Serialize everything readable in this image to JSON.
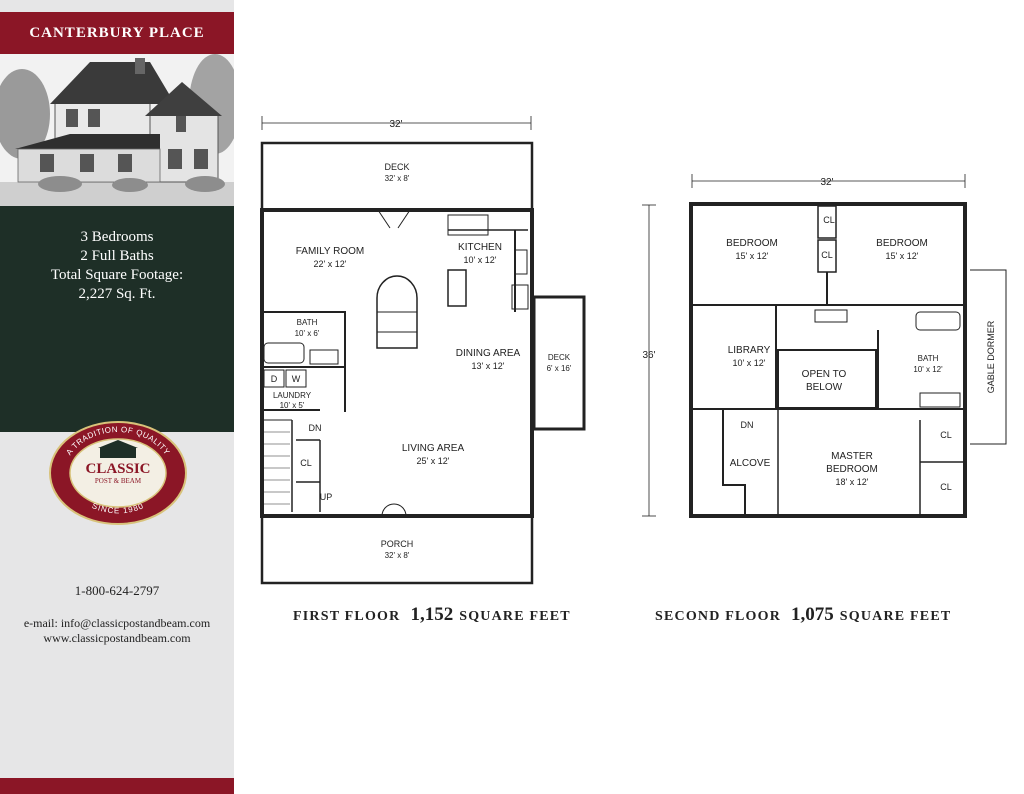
{
  "sidebar": {
    "title": "CANTERBURY PLACE",
    "bedrooms": "3 Bedrooms",
    "baths": "2 Full Baths",
    "footage_label": "Total Square Footage:",
    "footage_value": "2,227 Sq. Ft.",
    "logo": {
      "top_text": "A TRADITION OF QUALITY",
      "brand": "CLASSIC",
      "sub": "POST & BEAM",
      "since": "SINCE 1980"
    },
    "phone": "1-800-624-2797",
    "email": "e-mail: info@classicpostandbeam.com",
    "website": "www.classicpostandbeam.com"
  },
  "colors": {
    "accent": "#8b1626",
    "dark_panel": "#1e2f27",
    "sidebar_bg": "#e6e6e7"
  },
  "first_floor": {
    "width_dim": "32'",
    "depth_dim": "36'",
    "deck": {
      "name": "DECK",
      "size": "32' x 8'"
    },
    "family_room": {
      "name": "FAMILY ROOM",
      "size": "22' x 12'"
    },
    "kitchen": {
      "name": "KITCHEN",
      "size": "10' x 12'"
    },
    "bath": {
      "name": "BATH",
      "size": "10' x 6'"
    },
    "dining": {
      "name": "DINING AREA",
      "size": "13' x 12'"
    },
    "side_deck": {
      "name": "DECK",
      "size": "6' x 16'"
    },
    "laundry": {
      "name": "LAUNDRY",
      "size": "10' x 5'"
    },
    "washer": "W",
    "dryer": "D",
    "living": {
      "name": "LIVING AREA",
      "size": "25' x 12'"
    },
    "dn": "DN",
    "up": "UP",
    "cl": "CL",
    "porch": {
      "name": "PORCH",
      "size": "32' x 8'"
    },
    "caption_label": "FIRST FLOOR",
    "caption_number": "1,152",
    "caption_unit": "SQUARE FEET"
  },
  "second_floor": {
    "width_dim": "32'",
    "bedroom1": {
      "name": "BEDROOM",
      "size": "15' x 12'"
    },
    "bedroom2": {
      "name": "BEDROOM",
      "size": "15' x 12'"
    },
    "cl": "CL",
    "library": {
      "name": "LIBRARY",
      "size": "10' x 12'"
    },
    "open_line1": "OPEN TO",
    "open_line2": "BELOW",
    "bath": {
      "name": "BATH",
      "size": "10' x 12'"
    },
    "gable": "GABLE DORMER",
    "dn": "DN",
    "alcove": "ALCOVE",
    "master_line1": "MASTER",
    "master_line2": "BEDROOM",
    "master_size": "18' x 12'",
    "caption_label": "SECOND FLOOR",
    "caption_number": "1,075",
    "caption_unit": "SQUARE FEET"
  }
}
